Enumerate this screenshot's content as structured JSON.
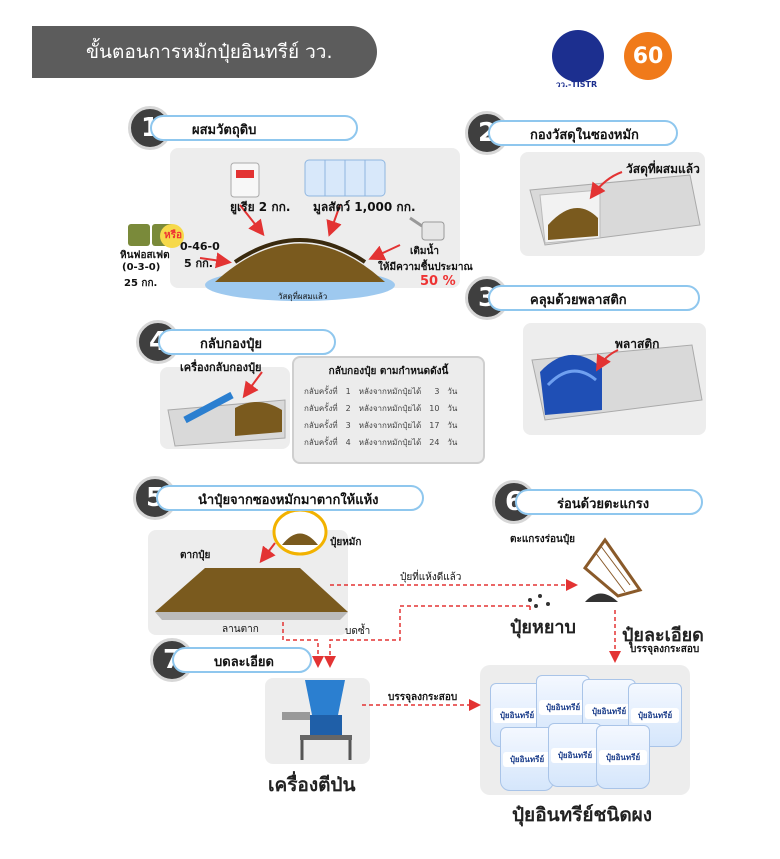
{
  "title": "ขั้นตอนการหมักปุ๋ยอินทรีย์ วว.",
  "logo": {
    "tistr_text": "วว.-TISTR",
    "anniv_text": "60"
  },
  "colors": {
    "accent_blue": "#8fc7ee",
    "badge_dark": "#3f3f3f",
    "red": "#e33333",
    "fertilizer": "#7a5a1e",
    "plastic": "#1f4fb5"
  },
  "steps": [
    {
      "num": "1",
      "label": "ผสมวัตถุดิบ"
    },
    {
      "num": "2",
      "label": "กองวัสดุในซองหมัก"
    },
    {
      "num": "3",
      "label": "คลุมด้วยพลาสติก"
    },
    {
      "num": "4",
      "label": "กลับกองปุ๋ย"
    },
    {
      "num": "5",
      "label": "นำปุ๋ยจากซองหมักมาตากให้แห้ง"
    },
    {
      "num": "6",
      "label": "ร่อนด้วยตะแกรง"
    },
    {
      "num": "7",
      "label": "บดละเอียด"
    }
  ],
  "step1": {
    "urea": "ยูเรีย 2 กก.",
    "manure": "มูลสัตว์ 1,000 กก.",
    "rock_phosphate": "หินฟอสเฟต",
    "rock_phosphate_formula": "(0-3-0)",
    "rock_phosphate_qty": "25 กก.",
    "or_label": "หรือ",
    "alt_formula": "0-46-0",
    "alt_qty": "5 กก.",
    "water": "เติมน้ำ",
    "moisture": "ให้มีความชื้นประมาณ",
    "moisture_pct": "50 %",
    "mixed": "วัสดุที่ผสมแล้ว"
  },
  "step2": {
    "mixed": "วัสดุที่ผสมแล้ว"
  },
  "step3": {
    "plastic": "พลาสติก"
  },
  "step4": {
    "machine": "เครื่องกลับกองปุ๋ย",
    "schedule_title": "กลับกองปุ๋ย ตามกำหนดดังนี้",
    "rows": [
      {
        "round": "กลับครั้งที่",
        "n": "1",
        "desc": "หลังจากหมักปุ๋ยได้",
        "days": "3",
        "unit": "วัน"
      },
      {
        "round": "กลับครั้งที่",
        "n": "2",
        "desc": "หลังจากหมักปุ๋ยได้",
        "days": "10",
        "unit": "วัน"
      },
      {
        "round": "กลับครั้งที่",
        "n": "3",
        "desc": "หลังจากหมักปุ๋ยได้",
        "days": "17",
        "unit": "วัน"
      },
      {
        "round": "กลับครั้งที่",
        "n": "4",
        "desc": "หลังจากหมักปุ๋ยได้",
        "days": "24",
        "unit": "วัน"
      }
    ]
  },
  "step5": {
    "dry": "ตากปุ๋ย",
    "compost": "ปุ๋ยหมัก",
    "yard": "ลานตาก",
    "dried": "ปุ๋ยที่แห้งดีแล้ว",
    "grind": "บดซ้ำ"
  },
  "step6": {
    "sieve": "ตะแกรงร่อนปุ๋ย",
    "coarse": "ปุ๋ยหยาบ",
    "fine": "ปุ๋ยละเอียด",
    "pack": "บรรจุลงกระสอบ"
  },
  "step7": {
    "pack": "บรรจุลงกระสอบ",
    "grinder": "เครื่องตีป่น"
  },
  "final": {
    "product": "ปุ๋ยอินทรีย์ชนิดผง",
    "bag_label": "ปุ๋ยอินทรีย์"
  }
}
